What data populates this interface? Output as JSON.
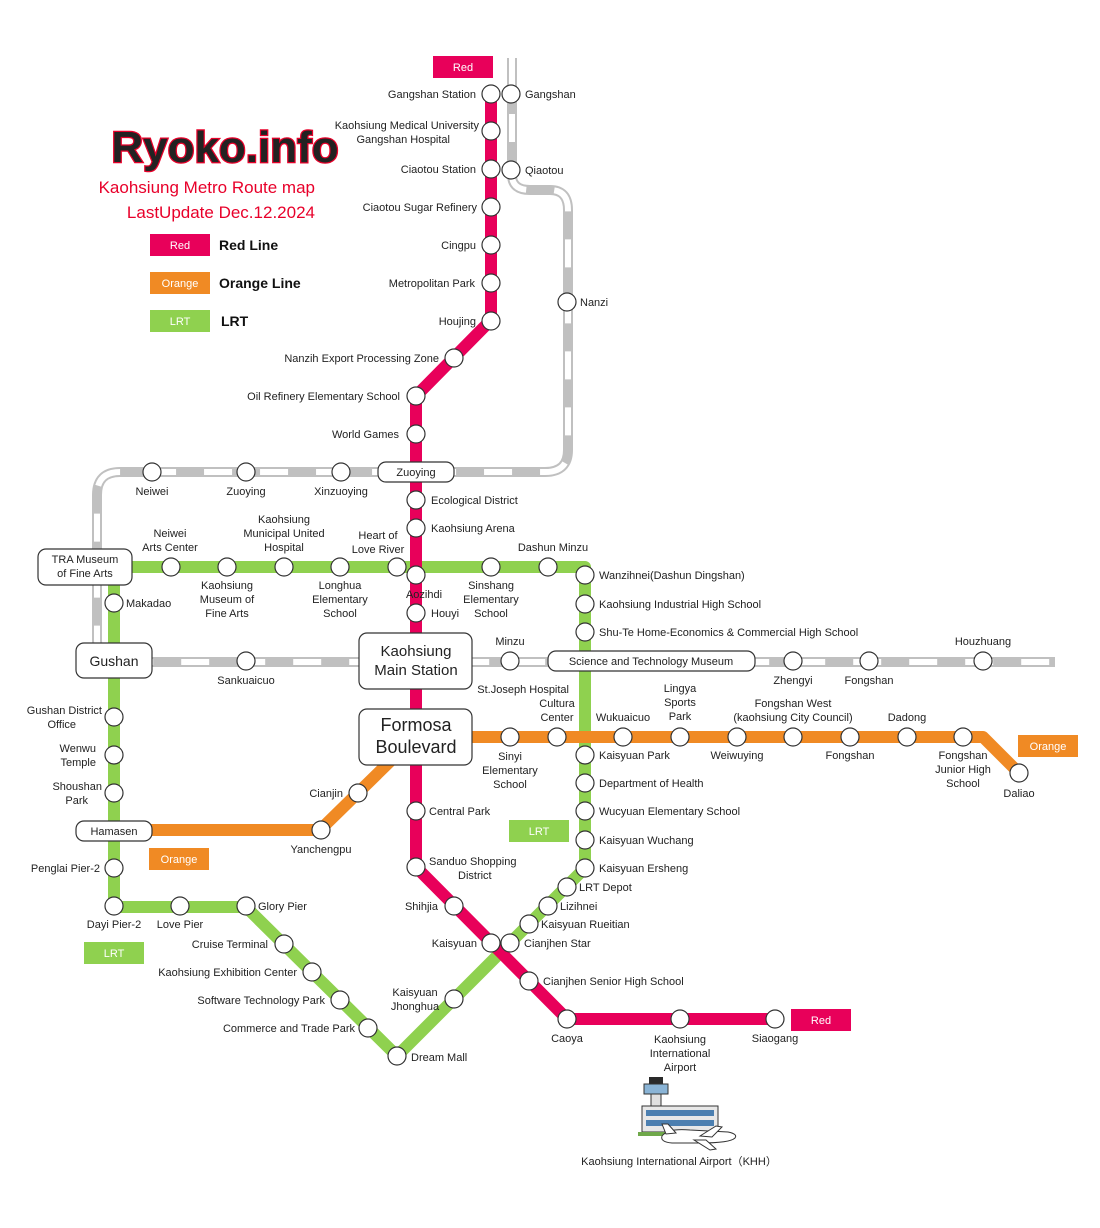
{
  "header": {
    "logo": "Ryoko.info",
    "title": "Kaohsiung Metro Route map",
    "last_update": "LastUpdate Dec.12.2024"
  },
  "colors": {
    "red": "#e8005a",
    "orange": "#f08a24",
    "lrt": "#8fd14f",
    "tra": "#c0c0c0",
    "logo_fill": "#1a3fcf",
    "logo_outline": "#e8002a"
  },
  "legend": [
    {
      "badge": "Red",
      "label": "Red Line"
    },
    {
      "badge": "Orange",
      "label": "Orange Line"
    },
    {
      "badge": "LRT",
      "label": "LRT"
    }
  ],
  "line_badges": {
    "red_north": "Red",
    "red_south": "Red",
    "orange_east": "Orange",
    "orange_west": "Orange",
    "lrt_center": "LRT",
    "lrt_west": "LRT"
  },
  "hubs": {
    "zuoying": "Zuoying",
    "tra_museum": "TRA Museum of Fine Arts",
    "gushan": "Gushan",
    "main_station": "Kaohsiung Main Station",
    "formosa": "Formosa Boulevard",
    "science_museum": "Science and Technology Museum",
    "hamasen": "Hamasen"
  },
  "stations": {
    "red": [
      "Gangshan Station",
      "Kaohsiung Medical University Gangshan Hospital",
      "Ciaotou Station",
      "Ciaotou Sugar Refinery",
      "Cingpu",
      "Metropolitan Park",
      "Houjing",
      "Nanzih Export Processing Zone",
      "Oil Refinery Elementary School",
      "World Games",
      "Ecological District",
      "Kaohsiung Arena",
      "Aozihdi",
      "Houyi",
      "Central Park",
      "Sanduo Shopping District",
      "Shihjia",
      "Kaisyuan",
      "Cianjhen Senior High School",
      "Caoya",
      "Kaohsiung International Airport",
      "Siaogang"
    ],
    "orange": [
      "Yanchengpu",
      "Cianjin",
      "Sinyi Elementary School",
      "Cultura Center",
      "Wukuaicuo",
      "Lingya Sports Park",
      "Weiwuying",
      "Fongshan West (kaohsiung City Council)",
      "Fongshan",
      "Dadong",
      "Fongshan Junior High School",
      "Daliao"
    ],
    "lrt": [
      "Makadao",
      "Gushan District Office",
      "Wenwu Temple",
      "Shoushan Park",
      "Penglai Pier-2",
      "Dayi Pier-2",
      "Love Pier",
      "Glory Pier",
      "Cruise Terminal",
      "Kaohsiung Exhibition Center",
      "Software Technology Park",
      "Commerce and Trade Park",
      "Dream Mall",
      "Kaisyuan Jhonghua",
      "Cianjhen Star",
      "Kaisyuan Rueitian",
      "Lizihnei",
      "LRT Depot",
      "Kaisyuan Ersheng",
      "Kaisyuan Wuchang",
      "Wucyuan Elementary School",
      "Department of Health",
      "Kaisyuan Park",
      "St.Joseph Hospital",
      "Shu-Te Home-Economics & Commercial High School",
      "Kaohsiung Industrial High School",
      "Wanzihnei(Dashun Dingshan)",
      "Dashun Minzu",
      "Sinshang Elementary School",
      "Heart of Love River",
      "Longhua Elementary School",
      "Kaohsiung Municipal United Hospital",
      "Kaohsiung Museum of Fine Arts",
      "Neiwei Arts Center"
    ],
    "tra": [
      "Gangshan",
      "Qiaotou",
      "Nanzi",
      "Xinzuoying",
      "Zuoying",
      "Neiwei",
      "Sankuaicuo",
      "Minzu",
      "Zhengyi",
      "Fongshan",
      "Houzhuang"
    ]
  },
  "airport_caption": "Kaohsiung International Airport（KHH）"
}
